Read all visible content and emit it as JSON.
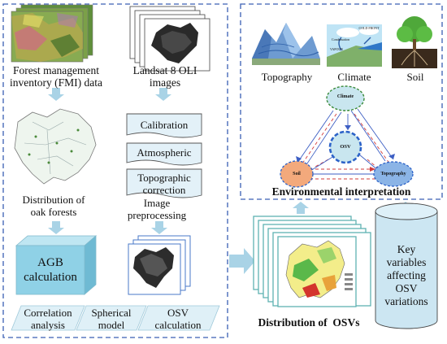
{
  "colors": {
    "dashed_border": "#3a5fb3",
    "arrow_fill": "#a9d3e6",
    "cylinder_fill": "#cce6f2",
    "agb_box_face": "#8fd1e6",
    "agb_box_top": "#bfe6f2",
    "ribbon_fill": "#dff0f7",
    "wave_fill": "#e3f1f8",
    "node_fill": "#c9e6ef",
    "osv_ring": "#2c62c8",
    "soil_fill": "#f3a97c",
    "topography_fill": "#8bb4e6",
    "climate_ring": "#3a8a3a",
    "red_arrow": "#d23b3b",
    "blue_arrow": "#3d5fc4"
  },
  "left": {
    "fmi_label": [
      "Forest management",
      "inventory (FMI) data"
    ],
    "landsat_label": [
      "Landsat 8 OLI",
      "images"
    ],
    "distribution_label": [
      "Distribution of",
      "oak forests"
    ],
    "preprocess_steps": [
      "Calibration",
      "Atmospheric",
      "Topographic",
      "correction"
    ],
    "preprocess_label": [
      "Image",
      "preprocessing"
    ],
    "agb_label": [
      "AGB",
      "calculation"
    ],
    "bottom_steps": [
      [
        "Correlation",
        "analysis"
      ],
      [
        "Spherical",
        "model"
      ],
      [
        "OSV",
        "calculation"
      ]
    ]
  },
  "right": {
    "icons": [
      "Topography",
      "Climate",
      "Soil"
    ],
    "nodes": {
      "climate": "Climate",
      "osv": "OSV",
      "soil": "Soil",
      "topography": "Topography"
    },
    "env_title": "Environmental interpretation",
    "osv_title": "Distribution of  OSVs",
    "key_box": [
      "Key",
      "variables",
      "affecting",
      "OSV",
      "variations"
    ],
    "climate_icon_text": [
      "Condensation",
      "COLD FRONT",
      "VAPOUR"
    ]
  }
}
